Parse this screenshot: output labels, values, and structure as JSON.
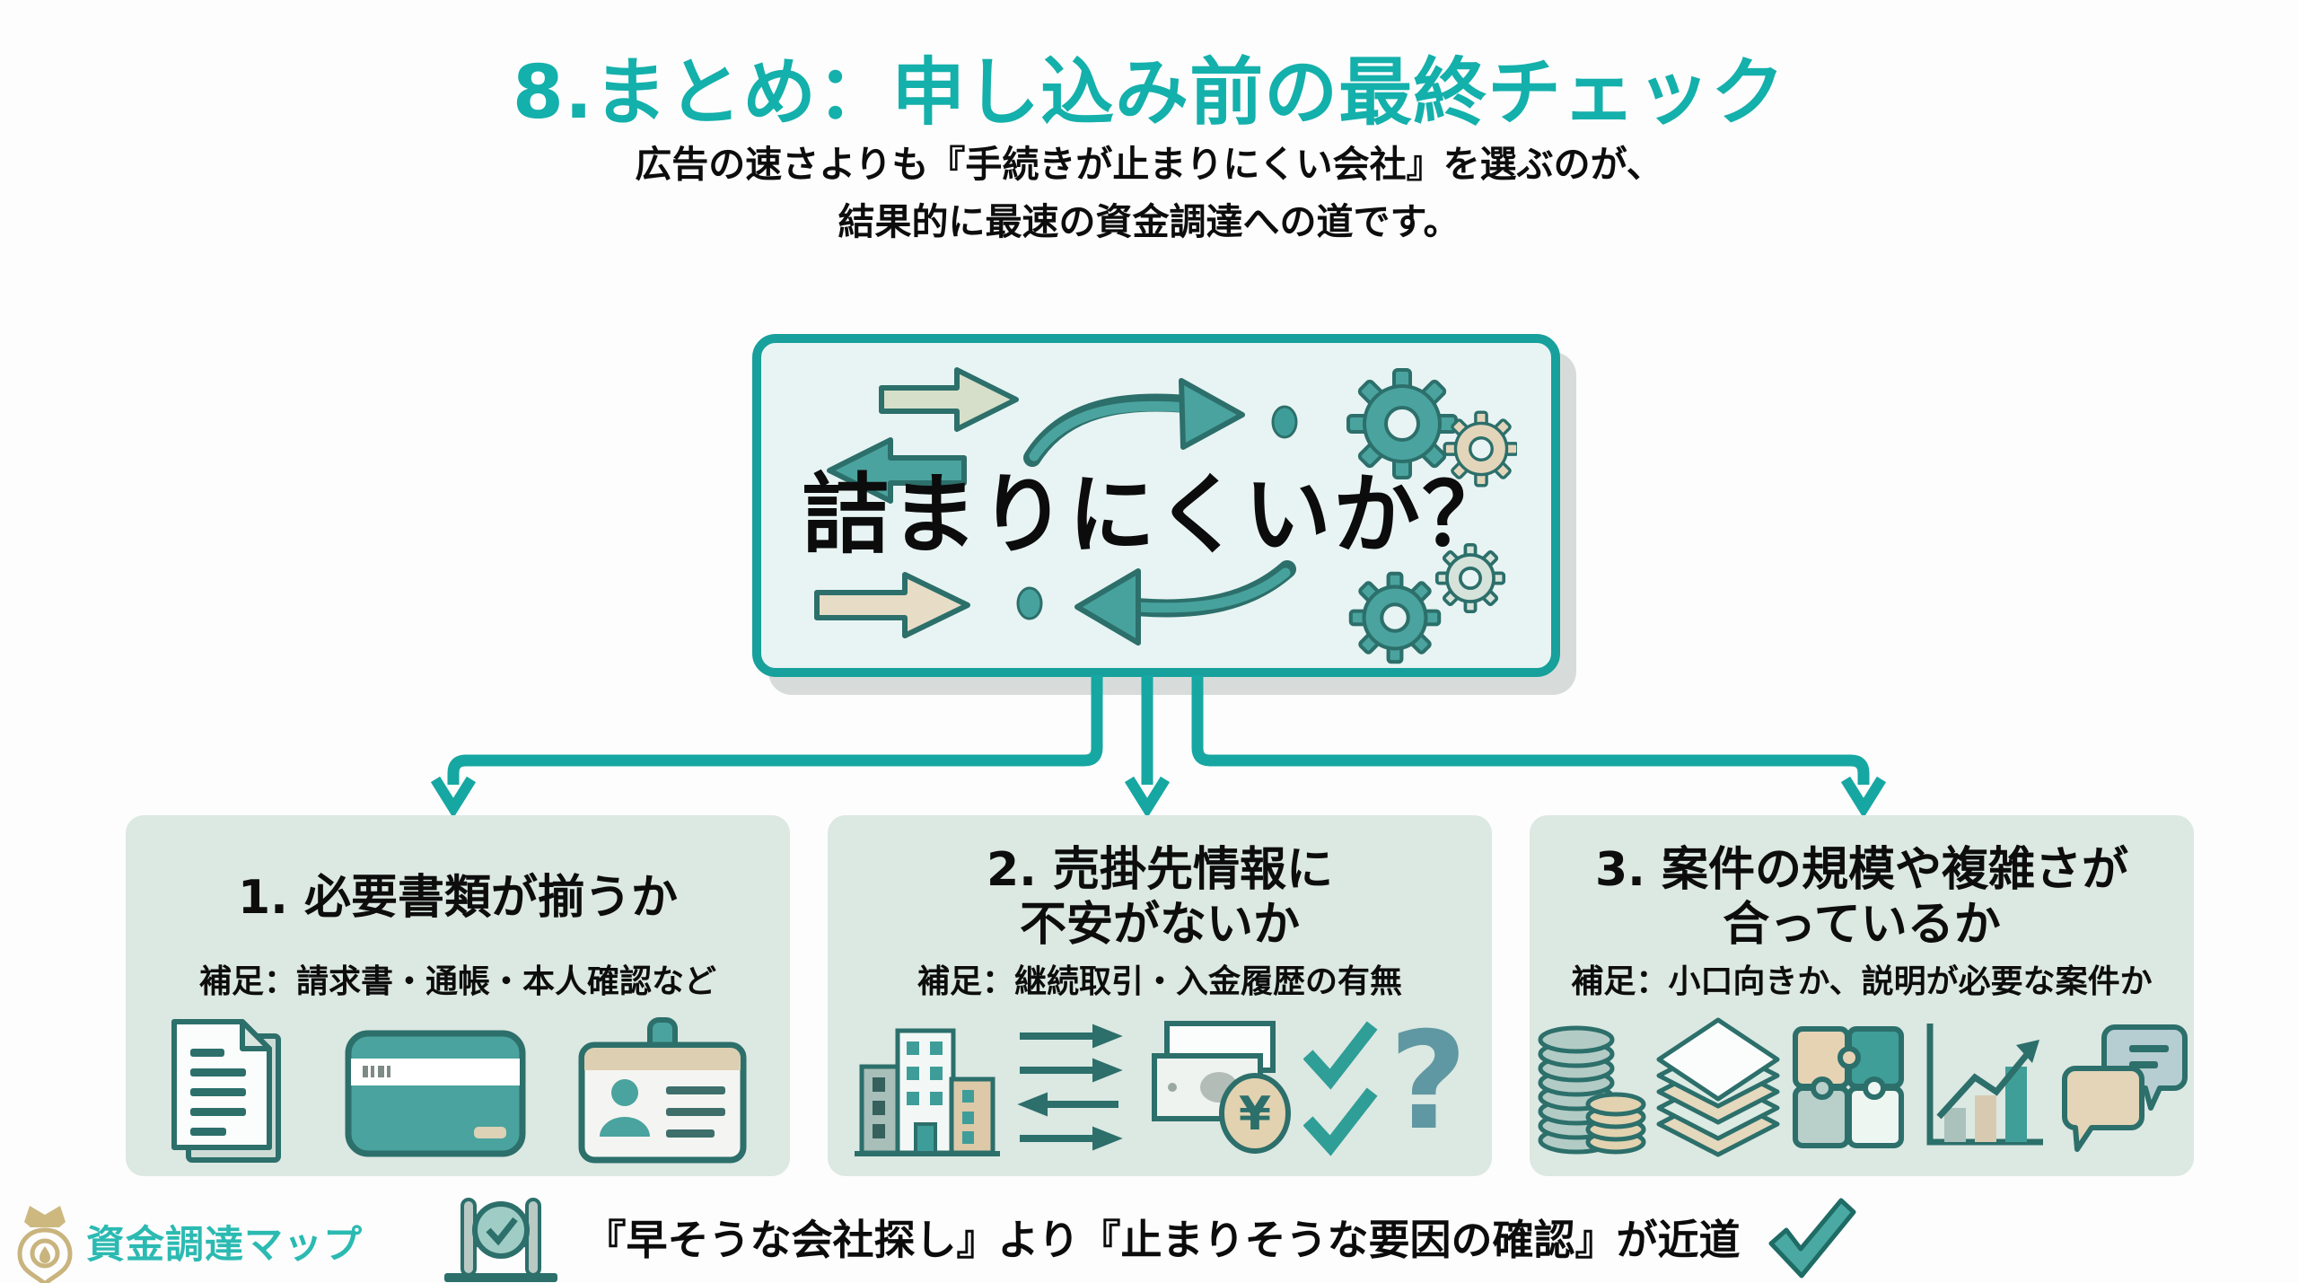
{
  "header": {
    "title": "8.まとめ：申し込み前の最終チェック",
    "subtitle1": "広告の速さよりも『手続きが止まりにくい会社』を選ぶのが、",
    "subtitle2": "結果的に最速の資金調達への道です。"
  },
  "central": {
    "question": "詰まりにくいか？",
    "icons": [
      "swap-arrows-icon",
      "curved-arrow-icon",
      "dot-icon",
      "gear-pair-icon",
      "arrow-right-icon",
      "dot-icon",
      "arrow-left-icon",
      "gear-pair-icon"
    ]
  },
  "cards": [
    {
      "title1": "1. 必要書類が揃うか",
      "title2": "",
      "note": "補足：請求書・通帳・本人確認など",
      "icons": [
        "document-icon",
        "passbook-icon",
        "id-card-icon"
      ]
    },
    {
      "title1": "2. 売掛先情報に",
      "title2": "不安がないか",
      "note": "補足：継続取引・入金履歴の有無",
      "icons": [
        "buildings-icon",
        "transfer-arrows-icon",
        "money-yen-icon",
        "double-check-icon",
        "question-mark-icon"
      ]
    },
    {
      "title1": "3. 案件の規模や複雑さが",
      "title2": "合っているか",
      "note": "補足：小口向きか、説明が必要な案件か",
      "icons": [
        "coin-stacks-icon",
        "layer-stack-icon",
        "puzzle-icon",
        "growth-chart-icon",
        "chat-bubbles-icon"
      ]
    }
  ],
  "footer": {
    "message": "『早そうな会社探し』より『止まりそうな要因の確認』が近道",
    "icons": [
      "checkpoint-gate-icon",
      "big-check-icon"
    ]
  },
  "logo": {
    "text": "資金調達マップ",
    "icon": "map-pin-crown-icon"
  },
  "glyphs": {
    "yen": "¥",
    "question": "?"
  },
  "colors": {
    "accent_teal": "#14b0ab",
    "panel_border": "#17a09c",
    "panel_bg": "#e8f4f3",
    "card_bg": "#dce8e2",
    "dark_teal": "#2c6f6b",
    "mid_teal": "#4aa39e",
    "beige": "#e2d5ba",
    "sage": "#d6dfc9",
    "logo_gold": "#c9b47e",
    "logo_teal": "#2bbab2",
    "text_black": "#0d0d0d"
  }
}
